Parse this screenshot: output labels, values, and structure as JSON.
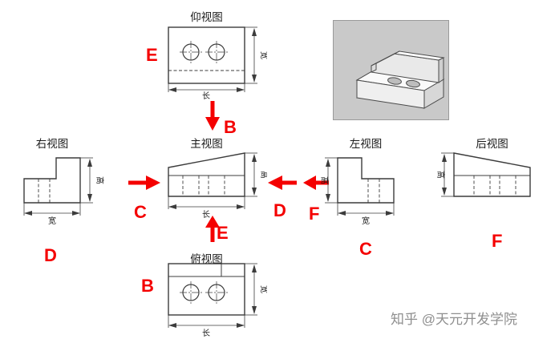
{
  "views": {
    "bottom_view": {
      "title": "仰视图",
      "dim_width": "宽",
      "dim_length": "长"
    },
    "right_view": {
      "title": "右视图",
      "dim_height": "高",
      "dim_width": "宽"
    },
    "front_view": {
      "title": "主视图",
      "dim_height": "高",
      "dim_length": "长"
    },
    "left_view": {
      "title": "左视图",
      "dim_height": "高",
      "dim_width": "宽"
    },
    "rear_view": {
      "title": "后视图",
      "dim_height": "高"
    },
    "top_view": {
      "title": "俯视图",
      "dim_width": "宽",
      "dim_length": "长"
    }
  },
  "annotations": {
    "bottom_view_letter": "E",
    "down_arrow_letter": "B",
    "right_arrow_letter": "C",
    "left_arrow_letter_d": "D",
    "left_arrow_letter_f": "F",
    "up_arrow_letter": "E",
    "top_view_letter": "B",
    "right_view_letter": "D",
    "left_view_letter": "C",
    "rear_view_letter": "F"
  },
  "watermark": "知乎 @天元开发学院",
  "colors": {
    "arrow_red": "#f40000",
    "line": "#3c3c3c",
    "iso_panel": "#c9c9c9"
  }
}
